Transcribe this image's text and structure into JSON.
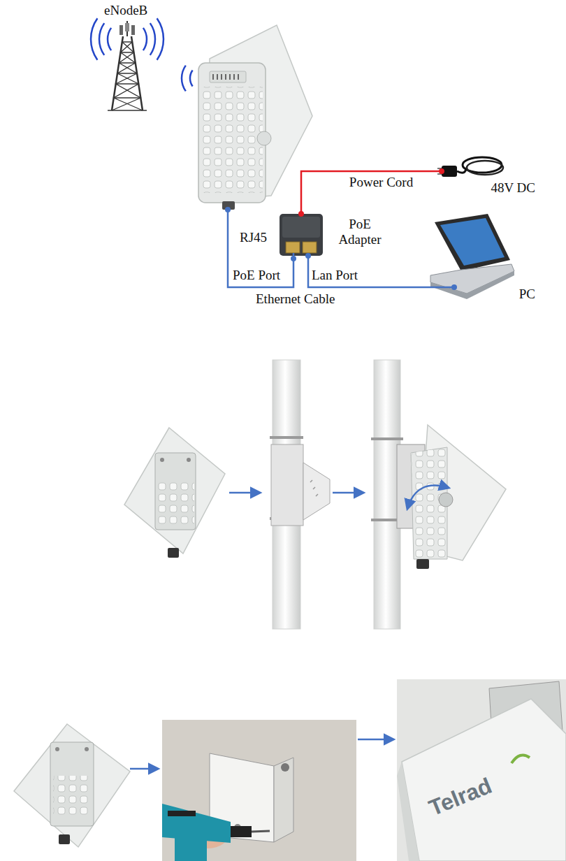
{
  "diagram": {
    "nodes": [
      {
        "text": [
          "eNodeB"
        ]
      },
      {
        "text": [
          "48V DC"
        ]
      },
      {
        "text": [
          "PoE Adapter"
        ]
      },
      {
        "text": [
          "PC"
        ]
      }
    ],
    "edges": [
      {
        "from": 1,
        "to": 2,
        "arrow": "none",
        "label": "Power Cord"
      },
      {
        "from": 2,
        "to": 3,
        "arrow": "none"
      }
    ],
    "labels": [
      "RJ45",
      "PoE Port",
      "Lan Port",
      "Ethernet Cable",
      "Telrad"
    ]
  }
}
